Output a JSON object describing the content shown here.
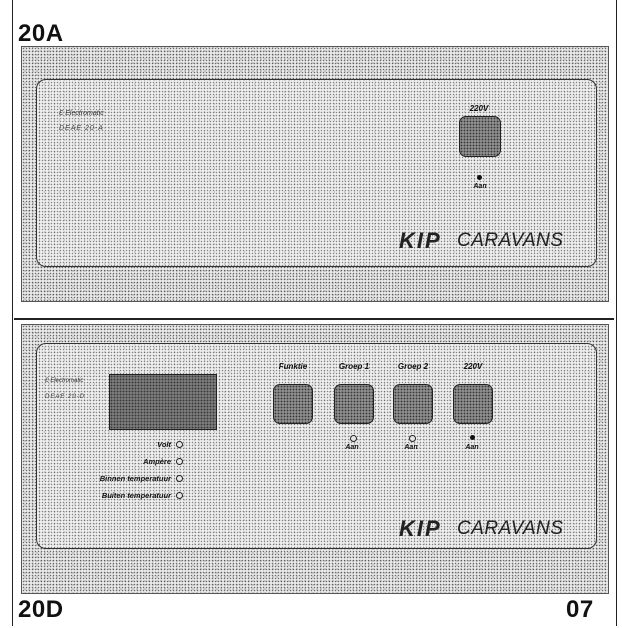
{
  "labels": {
    "top": "20A",
    "bottom": "20D",
    "page": "07"
  },
  "panel_a": {
    "logo": "Ɛ Electromatic",
    "model": "DEAE 20-A",
    "button_label": "220V",
    "led_label": "Aan",
    "brand_kip": "KIP",
    "brand_caravans": "CARAVANS"
  },
  "panel_d": {
    "logo": "Ɛ Electromatic",
    "model": "DEAE 20-D",
    "buttons": [
      {
        "label": "Funktie",
        "led_label": ""
      },
      {
        "label": "Groep 1",
        "led_label": "Aan"
      },
      {
        "label": "Groep 2",
        "led_label": "Aan"
      },
      {
        "label": "220V",
        "led_label": "Aan"
      }
    ],
    "indicators": [
      "Volt",
      "Ampère",
      "Binnen temperatuur",
      "Buiten temperatuur"
    ],
    "brand_kip": "KIP",
    "brand_caravans": "CARAVANS"
  }
}
